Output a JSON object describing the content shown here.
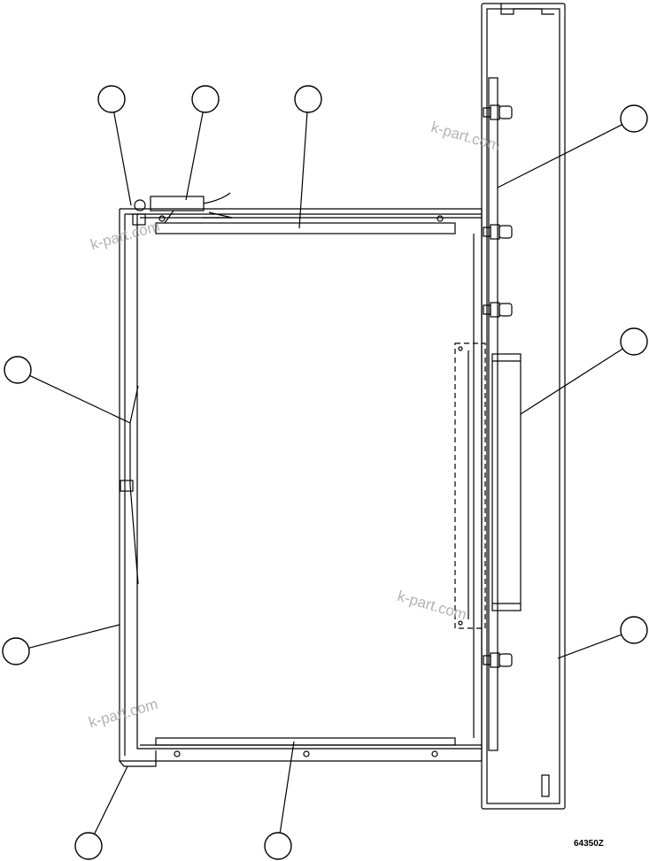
{
  "figure": {
    "reference_number": "64350Z",
    "watermark_text": "k-part.com",
    "callouts": [
      {
        "id": "callout-1"
      },
      {
        "id": "callout-2"
      },
      {
        "id": "callout-3"
      },
      {
        "id": "callout-4"
      },
      {
        "id": "callout-5"
      },
      {
        "id": "callout-6"
      },
      {
        "id": "callout-7"
      },
      {
        "id": "callout-8"
      },
      {
        "id": "callout-9"
      },
      {
        "id": "callout-10"
      }
    ],
    "line_color": "#000000",
    "watermark_color": "#9a9a9a"
  }
}
